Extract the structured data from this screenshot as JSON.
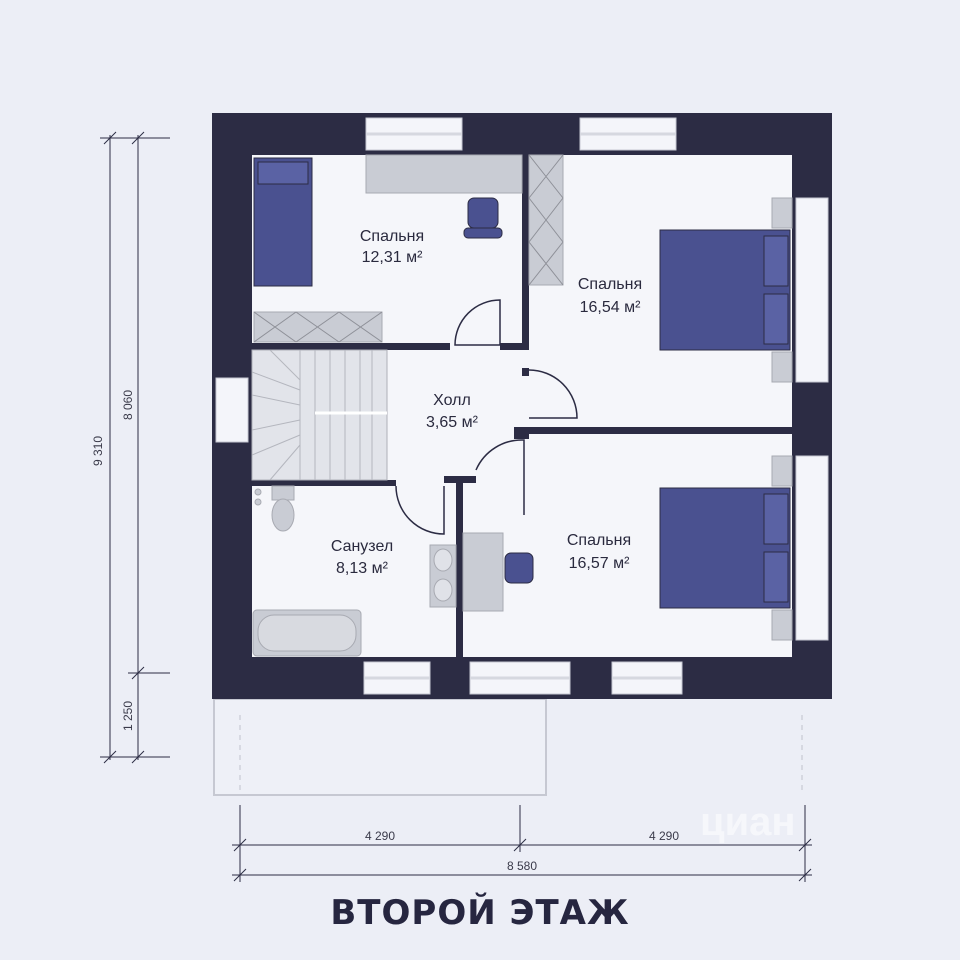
{
  "title": "ВТОРОЙ ЭТАЖ",
  "watermark": "циан",
  "rooms": [
    {
      "name": "Спальня",
      "area": "12,31 м²"
    },
    {
      "name": "Спальня",
      "area": "16,54 м²"
    },
    {
      "name": "Холл",
      "area": "3,65 м²"
    },
    {
      "name": "Санузел",
      "area": "8,13 м²"
    },
    {
      "name": "Спальня",
      "area": "16,57 м²"
    }
  ],
  "dimensions": {
    "total_height": "9 310",
    "inner_height": "8 060",
    "balcony_depth": "1 250",
    "left_width": "4 290",
    "right_width": "4 290",
    "total_width": "8 580"
  },
  "colors": {
    "wall": "#2c2c44",
    "furniture": "#4a5190",
    "fixture": "#c9ccd4",
    "background": "#eceef6",
    "floor": "#f5f6fa"
  }
}
